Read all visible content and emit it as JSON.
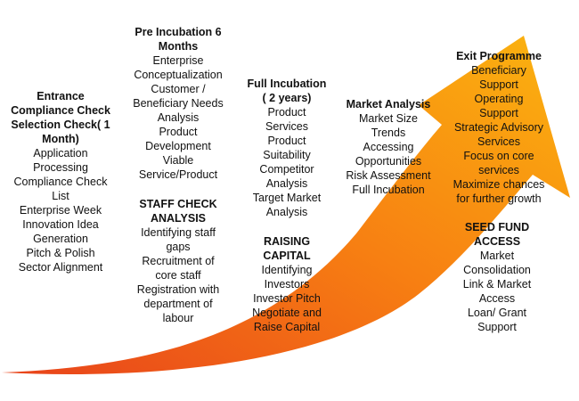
{
  "colors": {
    "arrow_start": "#e8431b",
    "arrow_mid": "#f77f12",
    "arrow_end": "#fbb40f",
    "text": "#111111"
  },
  "entrance": {
    "title": [
      "Entrance",
      "Compliance Check",
      "Selection Check( 1",
      "Month)"
    ],
    "items": [
      "Application",
      "Processing",
      "Compliance Check",
      "List",
      "Enterprise Week",
      "Innovation Idea",
      "Generation",
      "Pitch & Polish",
      "Sector Alignment"
    ]
  },
  "pre_incubation": {
    "title": [
      "Pre Incubation 6",
      "Months"
    ],
    "items": [
      "Enterprise",
      "Conceptualization",
      "Customer /",
      "Beneficiary Needs",
      "Analysis",
      "Product",
      "Development",
      "Viable",
      "Service/Product"
    ]
  },
  "staff_check": {
    "title": [
      "STAFF CHECK",
      "ANALYSIS"
    ],
    "items": [
      "Identifying staff",
      "gaps",
      "Recruitment of",
      "core staff",
      "Registration with",
      "department of",
      "labour"
    ]
  },
  "full_incubation": {
    "title": [
      "Full Incubation",
      "( 2 years)"
    ],
    "items": [
      "Product",
      "Services",
      "Product",
      "Suitability",
      "Competitor",
      "Analysis",
      "Target Market",
      "Analysis"
    ]
  },
  "raising_capital": {
    "title": [
      "RAISING",
      "CAPITAL"
    ],
    "items": [
      "Identifying",
      "Investors",
      "Investor Pitch",
      "Negotiate and",
      "Raise Capital"
    ]
  },
  "market_analysis": {
    "title": [
      "Market Analysis"
    ],
    "items": [
      "Market Size",
      "Trends",
      "Accessing",
      "Opportunities",
      "Risk Assessment",
      "Full  Incubation"
    ]
  },
  "exit_programme": {
    "title": [
      "Exit Programme"
    ],
    "items": [
      "Beneficiary",
      "Support",
      "Operating",
      "Support",
      "Strategic Advisory",
      "Services",
      "Focus on core",
      "services",
      "Maximize chances",
      "for further growth"
    ]
  },
  "seed_fund": {
    "title": [
      "SEED FUND",
      "ACCESS"
    ],
    "items": [
      "Market",
      "Consolidation",
      "Link & Market",
      "Access",
      "Loan/ Grant",
      "Support"
    ]
  }
}
